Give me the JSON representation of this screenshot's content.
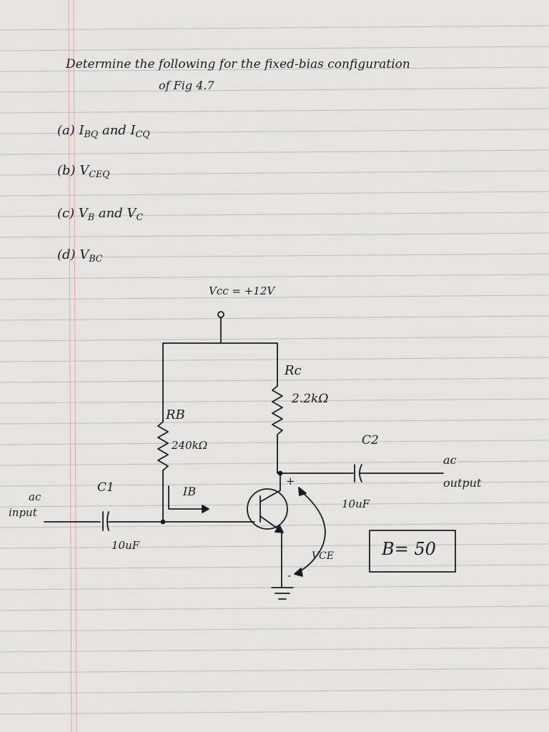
{
  "question": {
    "line1": "Determine the following for the fixed-bias configuration",
    "line2": "of Fig 4.7"
  },
  "parts": [
    {
      "label": "(a)",
      "text": "I",
      "sub": "BQ",
      "tail": " and I",
      "sub2": "CQ"
    },
    {
      "label": "(b)",
      "text": "V",
      "sub": "CEQ",
      "tail": "",
      "sub2": ""
    },
    {
      "label": "(c)",
      "text": "V",
      "sub": "B",
      "tail": " and V",
      "sub2": "C"
    },
    {
      "label": "(d)",
      "text": "V",
      "sub": "BC",
      "tail": "",
      "sub2": ""
    }
  ],
  "circuit": {
    "vcc": "Vcc = +12V",
    "rc_label": "Rc",
    "rc_value": "2.2kΩ",
    "rb_label": "RB",
    "rb_value": "240kΩ",
    "ib_label": "IB",
    "c1_label": "C1",
    "c1_value": "10uF",
    "c2_label": "C2",
    "c2_value": "10uF",
    "input_top": "ac",
    "input_bottom": "input",
    "output_top": "ac",
    "output_bottom": "output",
    "vce_label": "VCE",
    "plus": "+",
    "minus": "-",
    "beta": "B= 50"
  },
  "colors": {
    "paper": "#e6e4e1",
    "rule_line": "#b9bcc9",
    "margin_line": "#e6a5a5",
    "ink": "#1a1a22"
  }
}
